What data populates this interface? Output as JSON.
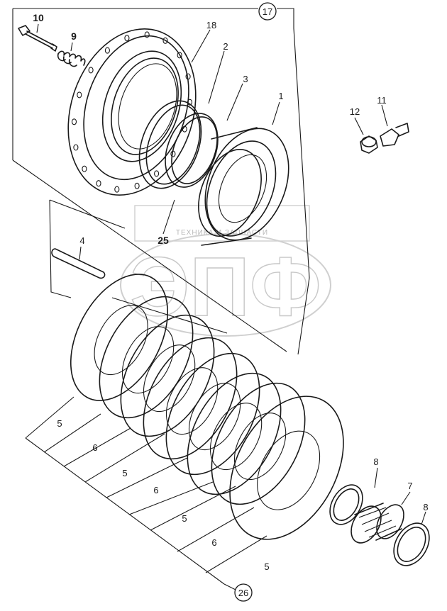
{
  "watermark": {
    "banner": "ТЕХНИКА И ЗАПЧАСТИ",
    "logo": "ЭПФ"
  },
  "callouts": [
    {
      "id": "c10",
      "text": "10",
      "bold": true
    },
    {
      "id": "c9",
      "text": "9",
      "bold": true
    },
    {
      "id": "c18",
      "text": "18"
    },
    {
      "id": "c2",
      "text": "2"
    },
    {
      "id": "c3",
      "text": "3"
    },
    {
      "id": "c1",
      "text": "1"
    },
    {
      "id": "c12",
      "text": "12"
    },
    {
      "id": "c11",
      "text": "11"
    },
    {
      "id": "c25",
      "text": "25",
      "bold": true
    },
    {
      "id": "c4",
      "text": "4"
    },
    {
      "id": "c5a",
      "text": "5"
    },
    {
      "id": "c6a",
      "text": "6"
    },
    {
      "id": "c5b",
      "text": "5"
    },
    {
      "id": "c6b",
      "text": "6"
    },
    {
      "id": "c5c",
      "text": "5"
    },
    {
      "id": "c6c",
      "text": "6"
    },
    {
      "id": "c5d",
      "text": "5"
    },
    {
      "id": "c8",
      "text": "8"
    },
    {
      "id": "c7",
      "text": "7"
    },
    {
      "id": "c8b",
      "text": "8"
    }
  ],
  "circled": [
    {
      "id": "g17",
      "text": "17"
    },
    {
      "id": "g26",
      "text": "26"
    }
  ],
  "icons": {
    "logo": "epf-watermark-icon"
  }
}
